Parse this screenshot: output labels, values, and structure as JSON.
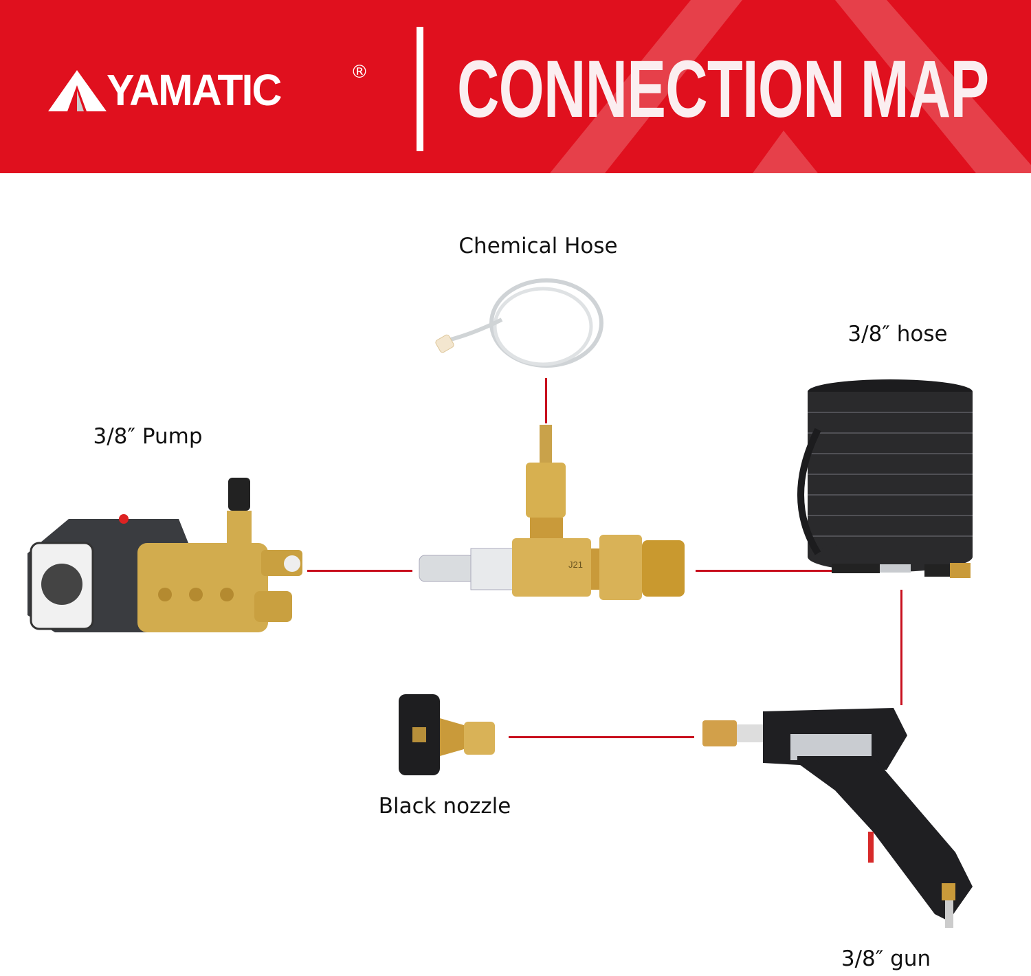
{
  "header": {
    "brand": "YAMATIC",
    "registered_mark": "®",
    "title": "CONNECTION MAP",
    "background_color": "#e0101e"
  },
  "components": {
    "chemical_hose": "Chemical Hose",
    "hose": "3/8″ hose",
    "pump": "3/8″ Pump",
    "nozzle": "Black nozzle",
    "gun": "3/8″ gun",
    "injector_marking": "J21"
  },
  "connector_color": "#c8101e"
}
